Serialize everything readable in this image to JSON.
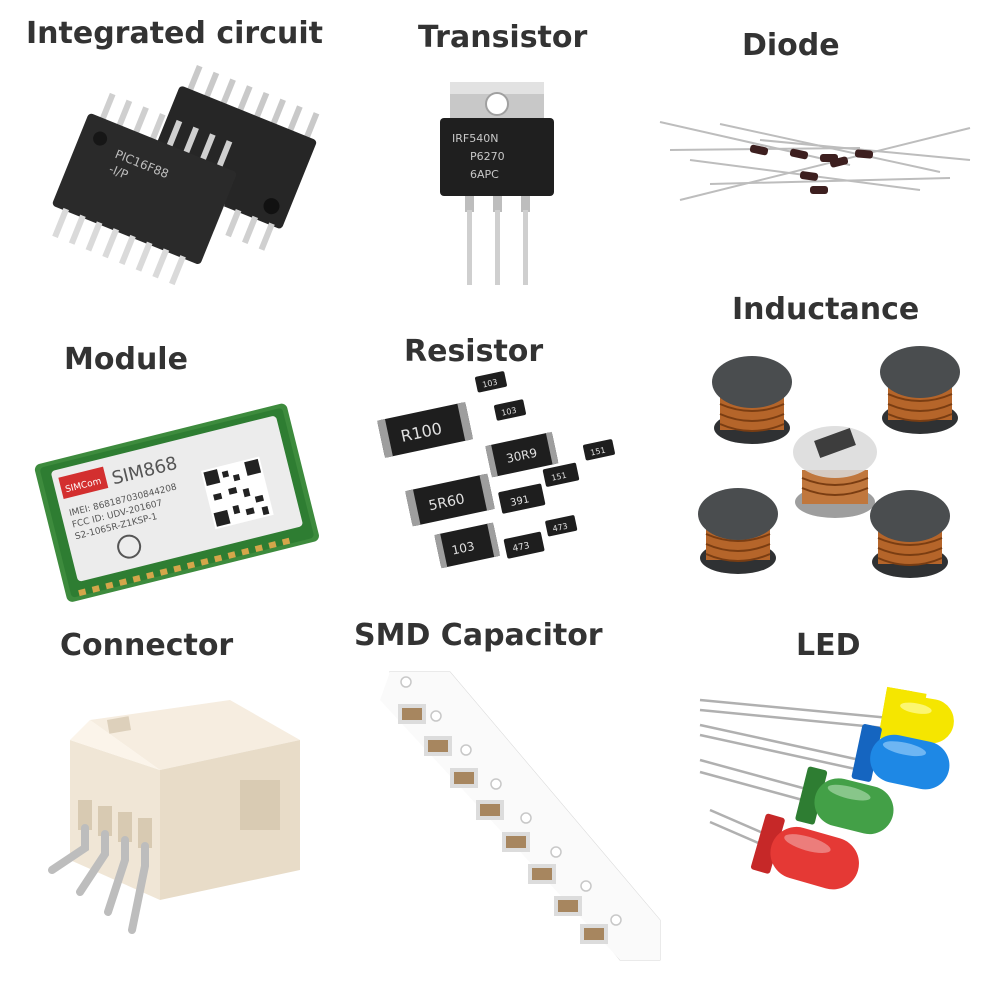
{
  "labels": {
    "ic": "Integrated circuit",
    "transistor": "Transistor",
    "diode": "Diode",
    "module": "Module",
    "resistor": "Resistor",
    "inductance": "Inductance",
    "connector": "Connector",
    "smd_capacitor": "SMD Capacitor",
    "led": "LED"
  },
  "markings": {
    "ic_line1": "PIC16F88",
    "ic_line2": "-I/P",
    "transistor_line1": "IRF540N",
    "transistor_line2": "P6270",
    "transistor_line3": "6APC",
    "module_chip": "SIM868",
    "module_brand": "SIMCom",
    "module_imei": "IMEI: 868187030844208",
    "module_fcc": "FCC ID: UDV-201607",
    "module_code": "S2-1065R-Z1KSP-1",
    "resistors": [
      "R100",
      "5R60",
      "103",
      "30R9",
      "391",
      "473",
      "151",
      "151",
      "103",
      "103",
      "473"
    ]
  },
  "colors": {
    "text": "#333333",
    "resistor_body": "#1e1e1e",
    "pcb_green": "#2e7d32",
    "led_red": "#e53935",
    "led_green": "#43a047",
    "led_blue": "#1e88e5",
    "led_yellow": "#f5e600",
    "inductor_core": "#4a4d4f",
    "copper": "#b5652a",
    "cap_tan": "#a7865f"
  }
}
